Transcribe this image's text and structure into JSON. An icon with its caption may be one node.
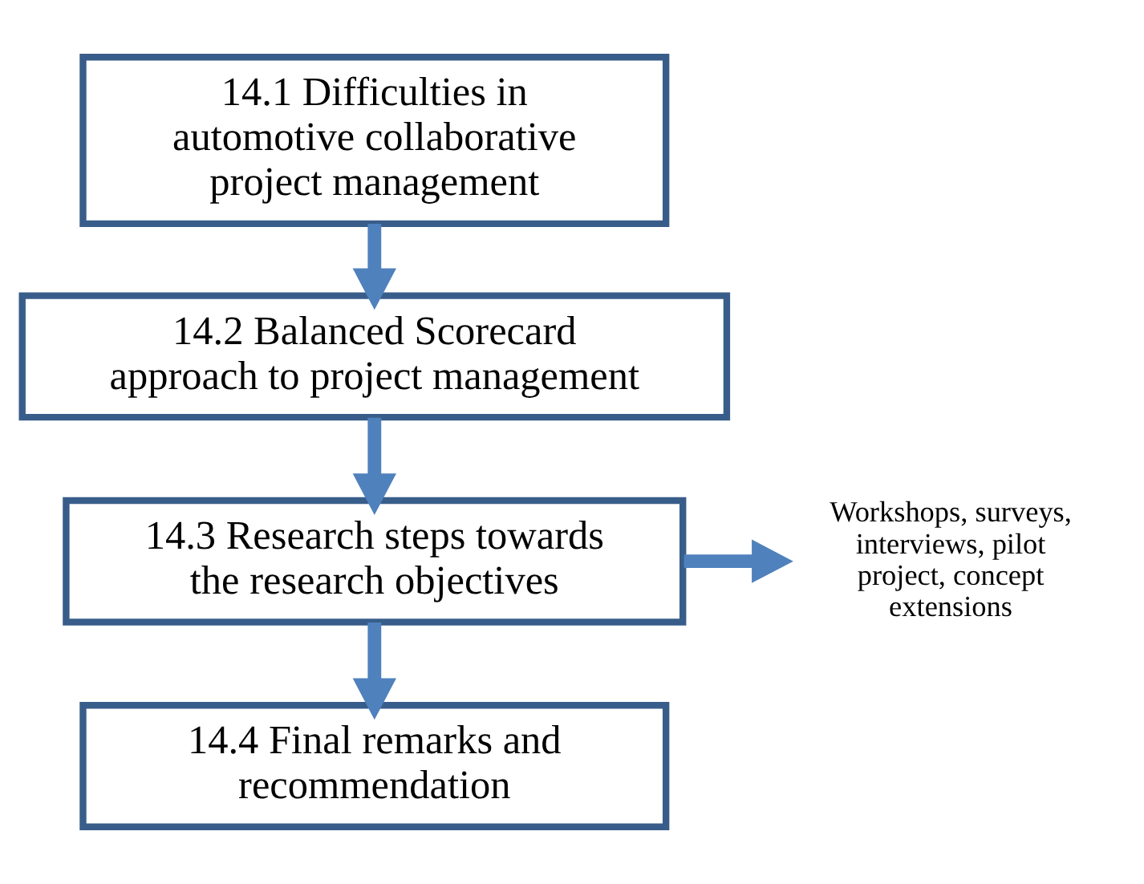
{
  "diagram": {
    "nodes": [
      {
        "text": [
          "14.1 Difficulties in automotive collaborative project management"
        ]
      },
      {
        "text": [
          "14.2 Balanced Scorecard approach to project management"
        ]
      },
      {
        "text": [
          "14.3 Research steps towards the research objectives"
        ]
      },
      {
        "text": [
          "14.4 Final remarks and recommendation"
        ]
      },
      {
        "text": [
          "Workshops, surveys, interviews, pilot project, concept extensions"
        ]
      }
    ],
    "edges": [
      {
        "from": 0,
        "to": 1,
        "arrow": "to"
      },
      {
        "from": 1,
        "to": 2,
        "arrow": "to"
      },
      {
        "from": 2,
        "to": 3,
        "arrow": "to"
      },
      {
        "from": 2,
        "to": 4,
        "arrow": "to"
      }
    ]
  }
}
